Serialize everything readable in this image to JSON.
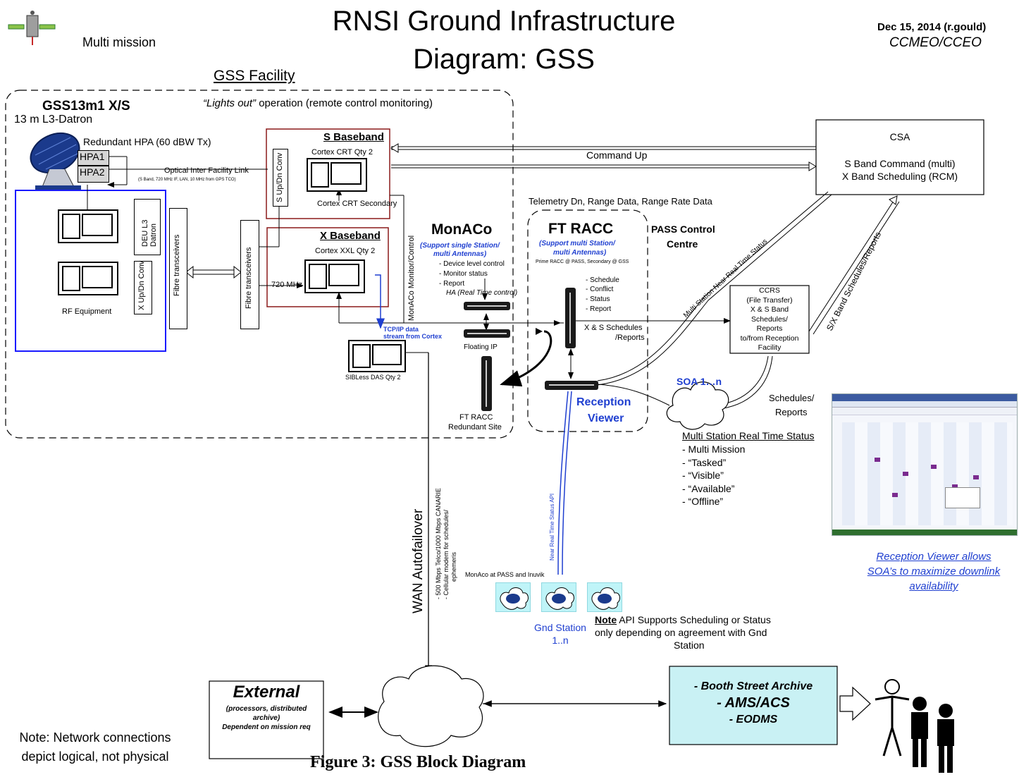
{
  "header": {
    "title_line1": "RNSI Ground Infrastructure",
    "title_line2": "Diagram: GSS",
    "multi_mission": "Multi mission",
    "date": "Dec 15, 2014 (r.gould)",
    "org": "CCMEO/CCEO"
  },
  "facility": {
    "title": "GSS Facility",
    "station_name": "GSS13m1 X/S",
    "antenna": "13 m L3-Datron",
    "lights_out_italic": "“Lights out”",
    "lights_out_rest": " operation (remote control monitoring)",
    "hpa": "Redundant HPA (60 dBW Tx)",
    "hpa1": "HPA1",
    "hpa2": "HPA2",
    "optical_link": "Optical Inter Facility Link",
    "optical_link_sub": "(S Band, 720 MHz IF, LAN, 10 MHz from GPS TCO)",
    "deu": "DEU L3 Datron",
    "x_updn": "X Up/Dn Conv",
    "s_updn": "S Up/Dn Conv",
    "rf_equipment": "RF Equipment",
    "fibre1": "Fibre transceivers",
    "fibre2": "Fibre transceivers",
    "s_baseband": "S Baseband",
    "cortex_crt": "Cortex CRT Qty 2",
    "cortex_crt_secondary": "Cortex CRT Secondary",
    "x_baseband": "X Baseband",
    "cortex_xxl": "Cortex XXL Qty 2",
    "mhz720": "720 MHz",
    "tcpip": "TCP/IP data",
    "tcpip2": "stream from Cortex",
    "sibless": "SIBLess DAS Qty 2",
    "monaco_side": "MonACo Monitor/Control",
    "floating_ip": "Floating IP",
    "ft_racc_redundant": "FT RACC",
    "ft_racc_redundant2": "Redundant Site"
  },
  "monaco": {
    "title": "MonACo",
    "sub1": "(Support single Station/",
    "sub2": "multi Antennas)",
    "items": [
      "- Device level control",
      "- Monitor status",
      "- Report"
    ],
    "ha": "HA (Real Time control)"
  },
  "ftracc": {
    "title": "FT RACC",
    "sub1": "(Support multi Station/",
    "sub2": "multi Antennas)",
    "prime": "Prime RACC @ PASS, Secondary @ GSS",
    "items": [
      "- Schedule",
      "- Conflict",
      "- Status",
      "- Report"
    ],
    "xs_sched1": "X & S Schedules",
    "xs_sched2": "/Reports",
    "reception1": "Reception",
    "reception2": "Viewer"
  },
  "pass": {
    "line1": "PASS Control",
    "line2": "Centre"
  },
  "links": {
    "command_up": "Command Up",
    "telemetry": "Telemetry Dn, Range Data, Range Rate Data",
    "multi_nrt": "Multi Station Near Real Time Status",
    "sx_sched": "S/X Band Schedules/Reports",
    "schedules_reports1": "Schedules/",
    "schedules_reports2": "Reports",
    "soa": "SOA 1…n",
    "near_rt_api": "Near Real Time Status API",
    "wan": "WAN Autofailover",
    "telco": "- 500 Mbps Telco/1000 Mbps CANARIE",
    "cellular": "- Cellular modem for schedules/",
    "ephemeris": "ephemeris"
  },
  "csa": {
    "title": "CSA",
    "line1": "S Band Command (multi)",
    "line2": "X Band Scheduling (RCM)"
  },
  "ccrs": {
    "lines": [
      "CCRS",
      "(File Transfer)",
      "X & S Band",
      "Schedules/",
      "Reports",
      "to/from Reception",
      "Facility"
    ]
  },
  "mrts": {
    "title": "Multi Station Real Time Status",
    "items": [
      "- Multi Mission",
      "- “Tasked”",
      "- “Visible”",
      "- “Available”",
      "- “Offline”"
    ]
  },
  "reception_note": {
    "lines": [
      "Reception Viewer allows",
      "SOA’s to maximize downlink",
      "availability"
    ]
  },
  "gnd": {
    "monaco_pass": "MonAco at PASS and Inuvik",
    "station1": "Gnd Station",
    "station2": "1..n",
    "note_bold": "Note",
    "note_line1": " API Supports Scheduling or Status",
    "note_line2": "only depending on agreement with Gnd",
    "note_line3": "Station"
  },
  "external": {
    "title": "External",
    "line1": "(processors, distributed",
    "line2": "archive)",
    "line3": "Dependent on mission req"
  },
  "archive": {
    "line1": "- Booth Street Archive",
    "line2": "- AMS/ACS",
    "line3": "- EODMS"
  },
  "footer": {
    "note1": "Note: Network connections",
    "note2": "depict logical, not physical",
    "caption": "Figure 3: GSS Block Diagram"
  },
  "colors": {
    "baseband_border": "#8b1a1a",
    "rf_border": "#1a1aff",
    "link_blue": "#1f3fd0",
    "archive_fill": "#c9f1f4",
    "gnd_fill": "#bff4f8"
  }
}
